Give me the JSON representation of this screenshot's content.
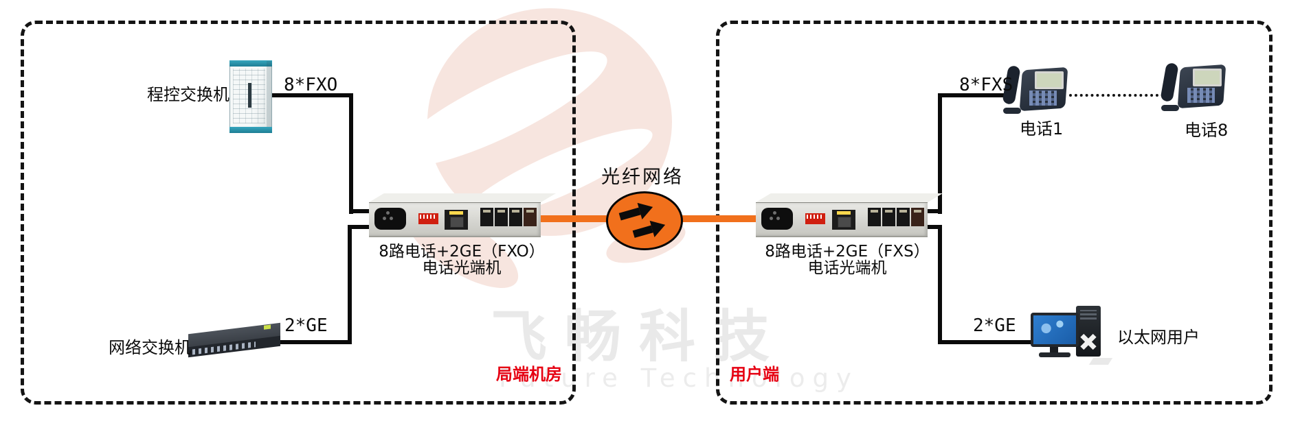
{
  "diagram": {
    "left_zone": {
      "zone_label": "局端机房",
      "pbx_label": "程控交换机",
      "fxo_link_label": "8*FXO",
      "switch_label": "网络交换机",
      "ge_link_label": "2*GE",
      "device_label_line1": "8路电话+2GE（FXO）",
      "device_label_line2": "电话光端机"
    },
    "center": {
      "fiber_label": "光纤网络"
    },
    "right_zone": {
      "zone_label": "用户端",
      "fxs_link_label": "8*FXS",
      "phone1_label": "电话1",
      "phone8_label": "电话8",
      "device_label_line1": "8路电话+2GE（FXS）",
      "device_label_line2": "电话光端机",
      "ge_link_label": "2*GE",
      "ethernet_user_label": "以太网用户"
    }
  },
  "watermark": {
    "brand_text": "飞畅科技",
    "subtitle_text": "Future Technology"
  },
  "colors": {
    "fiber_orange": "#f1701c",
    "accent_red": "#e60012",
    "wire_black": "#0a0a0a",
    "watermark_pink": "#f7e5df",
    "watermark_gray": "#e9e9e9"
  }
}
